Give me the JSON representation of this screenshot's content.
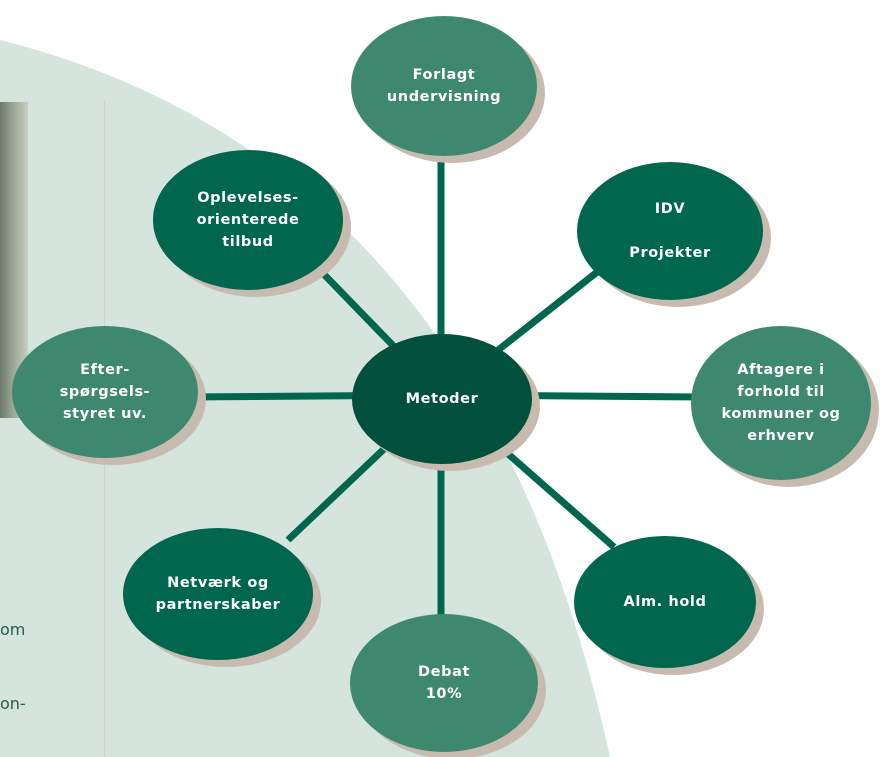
{
  "diagram": {
    "center": "Metoder",
    "nodes": [
      {
        "id": "forlagt",
        "label": "Forlagt\nundervisning"
      },
      {
        "id": "idv",
        "label": "IDV\n\nProjekter"
      },
      {
        "id": "aftagere",
        "label": "Aftagere i\nforhold til\nkommuner og\nerhverv"
      },
      {
        "id": "alm",
        "label": "Alm. hold"
      },
      {
        "id": "debat",
        "label": "Debat\n10%"
      },
      {
        "id": "netvaerk",
        "label": "Netværk og\npartnerskaber"
      },
      {
        "id": "efter",
        "label": "Efter-\nspørgsels-\nstyret uv."
      },
      {
        "id": "oplevelses",
        "label": "Oplevelses-\norienterede\ntilbud"
      }
    ]
  },
  "page_fragments": {
    "frag1": "om",
    "frag2": "on-"
  },
  "colors": {
    "node_dark": "#00664d",
    "node_light": "#3f8870",
    "center": "#00503b",
    "shadow": "#c7bbb0",
    "background_arc": "#d6e4de"
  }
}
